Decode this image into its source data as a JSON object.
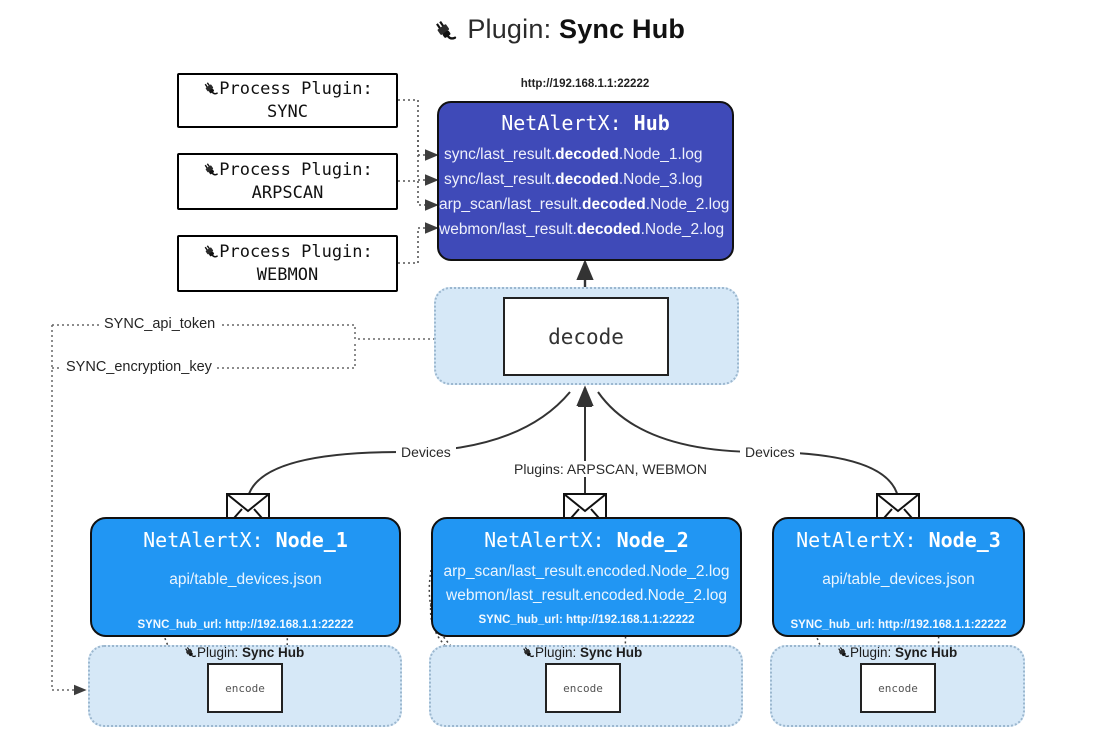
{
  "title": {
    "icon": "plug-icon",
    "prefix": "Plugin: ",
    "name": "Sync Hub"
  },
  "process_plugins": [
    {
      "icon": "plug-icon",
      "line1": "Process Plugin:",
      "line2": "SYNC"
    },
    {
      "icon": "plug-icon",
      "line1": "Process Plugin:",
      "line2": "ARPSCAN"
    },
    {
      "icon": "plug-icon",
      "line1": "Process Plugin:",
      "line2": "WEBMON"
    }
  ],
  "hub": {
    "url": "http://192.168.1.1:22222",
    "title_prefix": "NetAlertX: ",
    "title_name": "Hub",
    "logs": [
      {
        "pre": "sync/last_result.",
        "mid": "decoded",
        "post": ".Node_1.log"
      },
      {
        "pre": "sync/last_result.",
        "mid": "decoded",
        "post": ".Node_3.log"
      },
      {
        "pre": "arp_scan/last_result.",
        "mid": "decoded",
        "post": ".Node_2.log"
      },
      {
        "pre": "webmon/last_result.",
        "mid": "decoded",
        "post": ".Node_2.log"
      }
    ]
  },
  "decode": {
    "label": "decode"
  },
  "tokens": {
    "api_token": "SYNC_api_token",
    "encryption_key": "SYNC_encryption_key"
  },
  "edge_labels": {
    "devices_left": "Devices",
    "devices_right": "Devices",
    "plugins_center": "Plugins: ARPSCAN, WEBMON"
  },
  "nodes": [
    {
      "title_prefix": "NetAlertX: ",
      "title_name": "Node_1",
      "lines": [
        "api/table_devices.json"
      ],
      "url_label": "SYNC_hub_url: ",
      "url_value": "http://192.168.1.1:22222",
      "envelope_icon": "envelope-icon"
    },
    {
      "title_prefix": "NetAlertX: ",
      "title_name": "Node_2",
      "lines": [
        "arp_scan/last_result.encoded.Node_2.log",
        "webmon/last_result.encoded.Node_2.log"
      ],
      "url_label": "SYNC_hub_url: ",
      "url_value": "http://192.168.1.1:22222",
      "envelope_icon": "envelope-icon"
    },
    {
      "title_prefix": "NetAlertX: ",
      "title_name": "Node_3",
      "lines": [
        "api/table_devices.json"
      ],
      "url_label": "SYNC_hub_url: ",
      "url_value": "http://192.168.1.1:22222",
      "envelope_icon": "envelope-icon"
    }
  ],
  "encoders": [
    {
      "plugin_icon": "plug-icon",
      "plugin_prefix": "Plugin: ",
      "plugin_name": "Sync Hub",
      "label": "encode"
    },
    {
      "plugin_icon": "plug-icon",
      "plugin_prefix": "Plugin: ",
      "plugin_name": "Sync Hub",
      "label": "encode"
    },
    {
      "plugin_icon": "plug-icon",
      "plugin_prefix": "Plugin: ",
      "plugin_name": "Sync Hub",
      "label": "encode"
    }
  ],
  "colors": {
    "hub": "#3f4ab8",
    "node": "#2196f3",
    "container": "#d6e8f7",
    "container_border": "#9bb7cf",
    "stroke": "#333333"
  }
}
